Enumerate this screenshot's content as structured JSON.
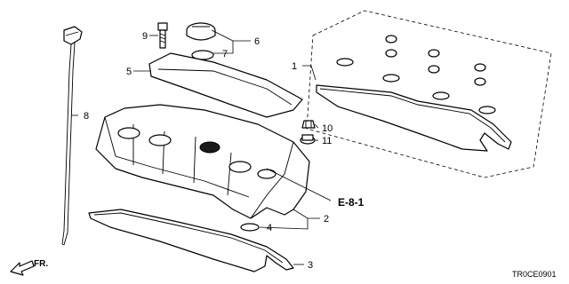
{
  "callouts": {
    "c1": "1",
    "c2": "2",
    "c3": "3",
    "c4": "4",
    "c5": "5",
    "c6": "6",
    "c7": "7",
    "c8": "8",
    "c9": "9",
    "c10": "10",
    "c11": "11"
  },
  "reference": {
    "label": "E-8-1"
  },
  "direction": {
    "label": "FR."
  },
  "diagram_code": "TR0CE0901"
}
